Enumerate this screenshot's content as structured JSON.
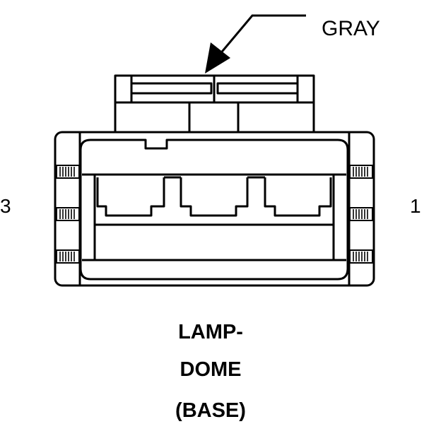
{
  "connector": {
    "color_label": "GRAY",
    "pin_left": "3",
    "pin_right": "1",
    "title_lines": [
      "LAMP-",
      "DOME",
      "(BASE)"
    ]
  },
  "colors": {
    "line": "#000000",
    "background": "#ffffff"
  }
}
